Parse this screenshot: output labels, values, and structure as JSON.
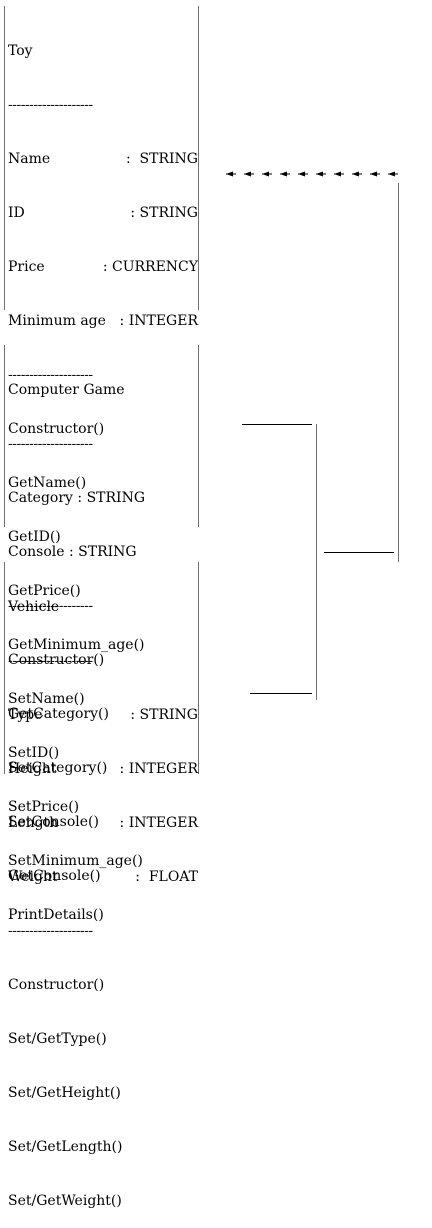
{
  "toy": {
    "title": "Toy",
    "title_sep": "--------------------",
    "attributes": [
      {
        "name": "Name",
        "type": ":  STRING"
      },
      {
        "name": "ID",
        "type": ": STRING"
      },
      {
        "name": "Price",
        "type": ": CURRENCY"
      },
      {
        "name": "Minimum age",
        "type": ": INTEGER"
      }
    ],
    "attr_sep": "--------------------",
    "methods": [
      "Constructor()",
      "GetName()",
      "GetID()",
      "GetPrice()",
      "GetMinimum_age()",
      "SetName()",
      "SetID()",
      "SetPrice()",
      "SetMinimum_age()",
      "PrintDetails()"
    ]
  },
  "computer_game": {
    "title": "Computer Game",
    "title_sep": "--------------------",
    "attributes": [
      {
        "name": "Category",
        "type": ": STRING"
      },
      {
        "name": "Console",
        "type": ": STRING"
      }
    ],
    "attr_sep": "--------------------",
    "methods": [
      "Constructor()",
      "GetCategory()",
      "SetCategory()",
      "SetConsole()",
      "GetConsole()"
    ]
  },
  "vehicle": {
    "title": "Vehicle",
    "title_sep": "--------------------",
    "attributes": [
      {
        "name": "Type",
        "type": ": STRING"
      },
      {
        "name": "Height",
        "type": ": INTEGER"
      },
      {
        "name": "Length",
        "type": ": INTEGER"
      },
      {
        "name": "Weight",
        "type": ":  FLOAT"
      }
    ],
    "attr_sep": "--------------------",
    "methods": [
      "Constructor()",
      "Set/GetType()",
      "Set/GetHeight()",
      "Set/GetLength()",
      "Set/GetWeight()"
    ]
  },
  "connector_colors": {
    "line": "#6e6e6e",
    "arrow": "#000000"
  }
}
